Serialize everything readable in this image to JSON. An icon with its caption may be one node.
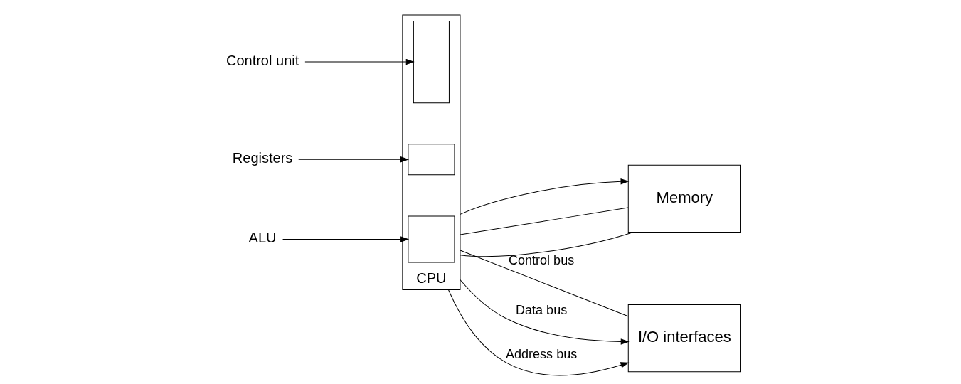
{
  "diagram": {
    "nodes": [
      {
        "text": [
          "CPU"
        ]
      },
      {
        "text": [],
        "shape": "box",
        "in": 0
      },
      {
        "text": [],
        "shape": "box",
        "in": 0
      },
      {
        "text": [],
        "shape": "box",
        "in": 0
      },
      {
        "text": [
          "Control unit"
        ]
      },
      {
        "text": [
          "Registers"
        ]
      },
      {
        "text": [
          "ALU"
        ]
      },
      {
        "text": [
          "Memory"
        ]
      },
      {
        "text": [
          "I/O interfaces"
        ]
      }
    ],
    "edges": [
      {
        "from": 4,
        "to": 1,
        "arrow": "to"
      },
      {
        "from": 5,
        "to": 2,
        "arrow": "to"
      },
      {
        "from": 6,
        "to": 3,
        "arrow": "to"
      },
      {
        "from": 0,
        "to": 7,
        "arrow": "none"
      },
      {
        "from": 0,
        "to": 8,
        "arrow": "none",
        "label": "Control bus"
      },
      {
        "from": 0,
        "to": 7,
        "arrow": "none"
      },
      {
        "from": 0,
        "to": 8,
        "arrow": "to",
        "label": "Data bus"
      },
      {
        "from": 0,
        "to": 7,
        "arrow": "to"
      },
      {
        "from": 0,
        "to": 8,
        "arrow": "to",
        "label": "Address bus"
      }
    ]
  }
}
